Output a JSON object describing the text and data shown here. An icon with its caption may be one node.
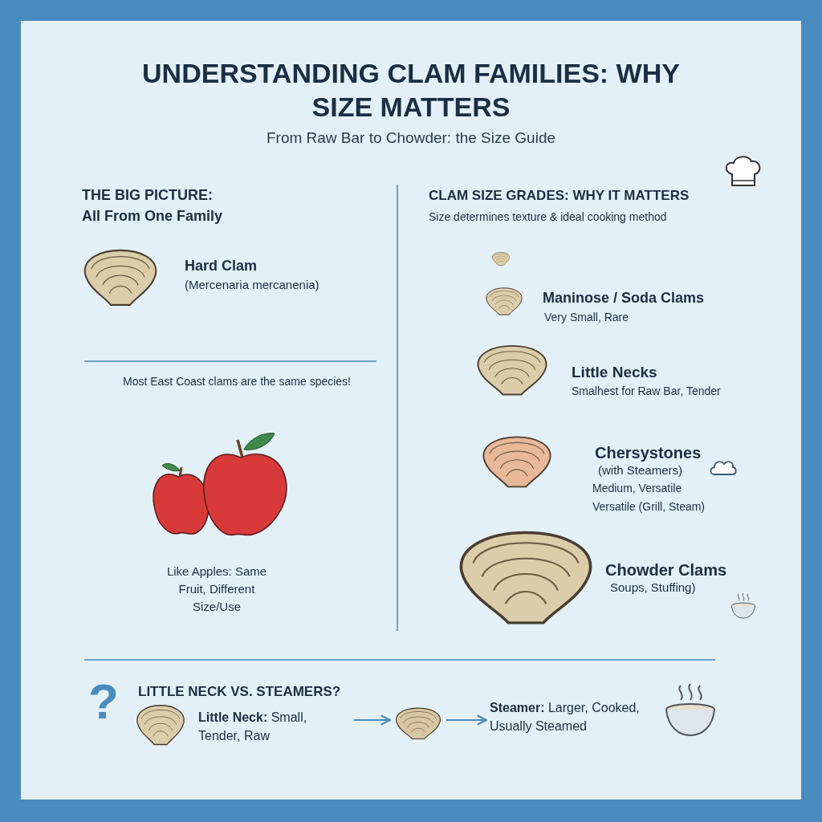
{
  "diagram": {
    "title": "UNDERSTANDING CLAM FAMILIES: WHY SIZE MATTERS",
    "nodes": [
      {
        "text": [
          "**Little Neck:** Small, Tender, Raw"
        ]
      },
      {
        "text": [],
        "shape": "picture"
      },
      {
        "text": [
          "**Steamer:** Larger, Cooked, Usually Steamed"
        ]
      }
    ],
    "edges": [
      {
        "from": 0,
        "to": 1,
        "arrow": "to"
      },
      {
        "from": 1,
        "to": 2,
        "arrow": "to"
      }
    ],
    "labels": [
      "From Raw Bar to Chowder: the Size Guide",
      "THE BIG PICTURE:",
      "All From One Family",
      "CLAM SIZE GRADES: WHY IT MATTERS",
      "Size determines texture & ideal cooking method",
      "Hard Clam",
      "(Mercenaria mercanenia)",
      "Maninose / Soda Clams",
      "Very Small, Rare",
      "Little Necks",
      "Smalhest for Raw Bar, Tender",
      "Most East Coast clams are the same species!",
      "Chersystones",
      "(with Steamers)",
      "Medium, Versatile",
      "Versatile (Grill, Steam)",
      "Chowder Clams",
      "Soups, Stuffing)",
      "Like Apples: Same Fruit, Different Size/Use",
      "?",
      "LITTLE NECK VS. STEAMERS?"
    ]
  }
}
